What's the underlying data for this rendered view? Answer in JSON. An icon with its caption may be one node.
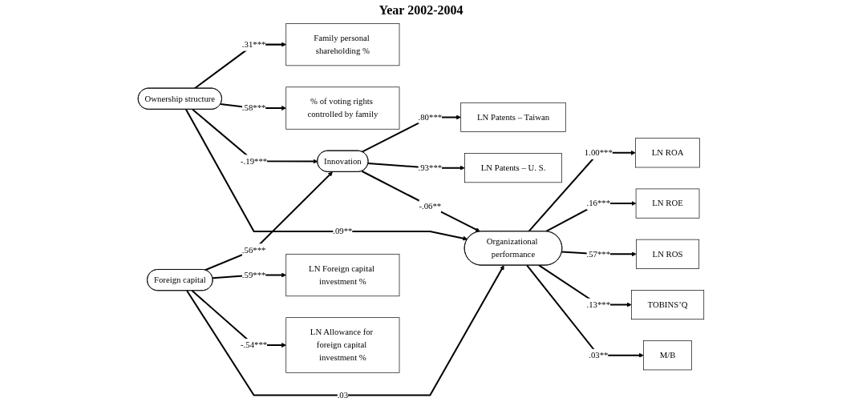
{
  "diagram": {
    "title": "Year 2002-2004",
    "nodes": [
      {
        "text": [
          "Family personal shareholding %"
        ]
      },
      {
        "text": [
          "Ownership structure"
        ]
      },
      {
        "text": [
          "% of voting rights controlled by family"
        ]
      },
      {
        "text": [
          "Innovation"
        ]
      },
      {
        "text": [
          "LN Patents – Taiwan"
        ]
      },
      {
        "text": [
          "LN Patents – U. S."
        ]
      },
      {
        "text": [
          "LN Foreign capital investment %"
        ]
      },
      {
        "text": [
          "Foreign capital"
        ]
      },
      {
        "text": [
          "LN Allowance for foreign capital investment %"
        ]
      },
      {
        "text": [
          "Organizational performance"
        ]
      },
      {
        "text": [
          "LN ROA"
        ]
      },
      {
        "text": [
          "LN ROE"
        ]
      },
      {
        "text": [
          "LN ROS"
        ]
      },
      {
        "text": [
          "TOBINS’Q"
        ]
      },
      {
        "text": [
          "M/B"
        ]
      }
    ],
    "edges": [
      {
        "from": 1,
        "to": 0,
        "arrow": "to",
        "label": ".31***"
      },
      {
        "from": 1,
        "to": 2,
        "arrow": "to",
        "label": ".58***"
      },
      {
        "from": 1,
        "to": 3,
        "arrow": "to",
        "label": "-.19***"
      },
      {
        "from": 1,
        "to": 9,
        "arrow": "to",
        "label": ".09**"
      },
      {
        "from": 3,
        "to": 4,
        "arrow": "to",
        "label": ".80***"
      },
      {
        "from": 3,
        "to": 5,
        "arrow": "to",
        "label": ".93***"
      },
      {
        "from": 7,
        "to": 3,
        "arrow": "to",
        "label": ".56***"
      },
      {
        "from": 3,
        "to": 9,
        "arrow": "to",
        "label": "-.06**"
      },
      {
        "from": 7,
        "to": 6,
        "arrow": "to",
        "label": ".59***"
      },
      {
        "from": 7,
        "to": 8,
        "arrow": "to",
        "label": "-.54***"
      },
      {
        "from": 7,
        "to": 9,
        "arrow": "to",
        "label": ".03"
      },
      {
        "from": 9,
        "to": 10,
        "arrow": "to",
        "label": "1.00***"
      },
      {
        "from": 9,
        "to": 11,
        "arrow": "to",
        "label": ".16***"
      },
      {
        "from": 9,
        "to": 12,
        "arrow": "to",
        "label": ".57***"
      },
      {
        "from": 9,
        "to": 13,
        "arrow": "to",
        "label": ".13***"
      },
      {
        "from": 9,
        "to": 14,
        "arrow": "to",
        "label": ".03**"
      }
    ]
  }
}
